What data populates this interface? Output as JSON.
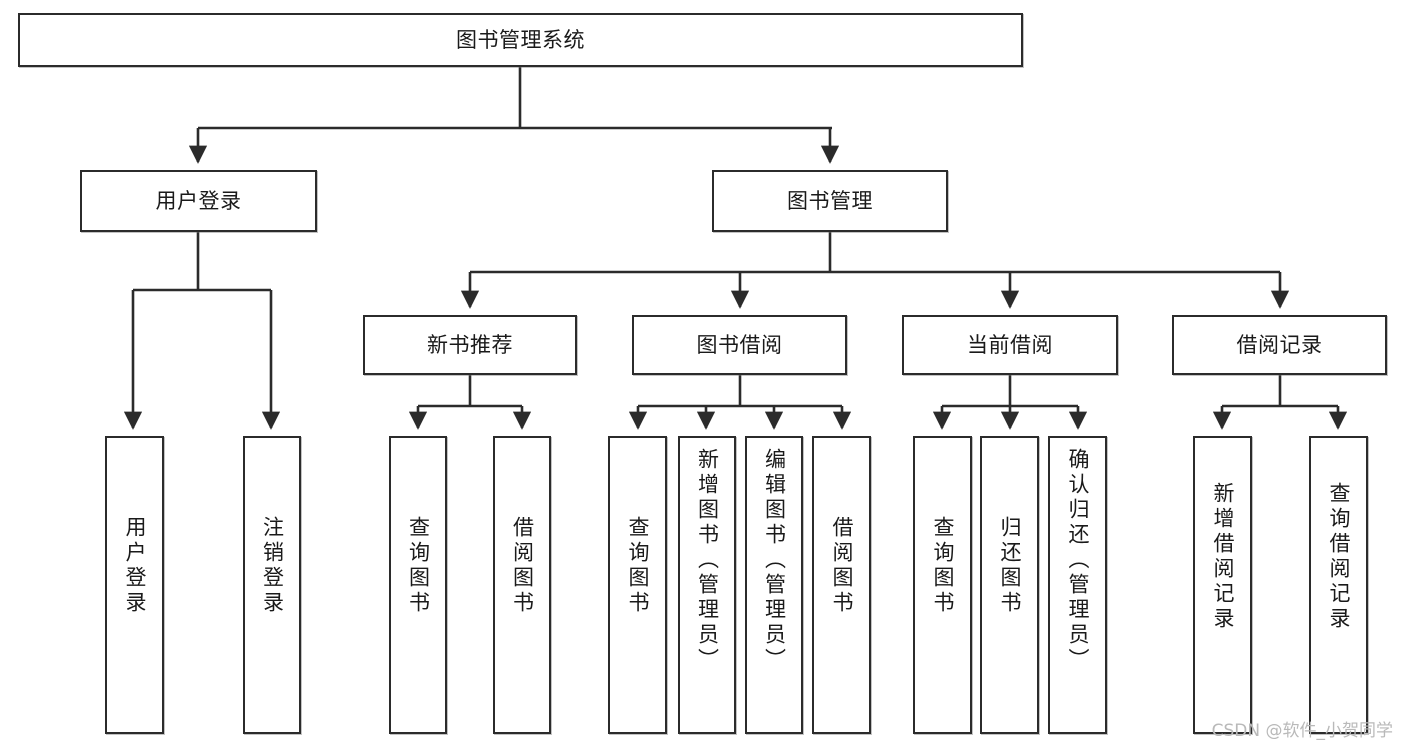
{
  "diagram": {
    "title": "图书管理系统",
    "type": "tree",
    "orientation": "top-down",
    "colors": {
      "box_border": "#2b2b2b",
      "box_fill": "#ffffff",
      "edge": "#2b2b2b",
      "text": "#1a1a1a",
      "watermark": "#b9b9b9"
    }
  },
  "nodes": {
    "root": {
      "label": "图书管理系统",
      "level": 1,
      "text_direction": "horizontal"
    },
    "level2": [
      {
        "id": "user-login",
        "label": "用户登录",
        "text_direction": "horizontal"
      },
      {
        "id": "book-manage",
        "label": "图书管理",
        "text_direction": "horizontal"
      }
    ],
    "level3": [
      {
        "id": "new-book-recommend",
        "label": "新书推荐",
        "text_direction": "horizontal",
        "parent": "book-manage"
      },
      {
        "id": "book-borrow",
        "label": "图书借阅",
        "text_direction": "horizontal",
        "parent": "book-manage"
      },
      {
        "id": "current-borrow",
        "label": "当前借阅",
        "text_direction": "horizontal",
        "parent": "book-manage"
      },
      {
        "id": "borrow-record",
        "label": "借阅记录",
        "text_direction": "horizontal",
        "parent": "book-manage"
      }
    ],
    "leaves": [
      {
        "id": "leaf-user-login",
        "label": "用户登录",
        "parent": "user-login",
        "text_direction": "vertical"
      },
      {
        "id": "leaf-logout-login",
        "label": "注销登录",
        "parent": "user-login",
        "text_direction": "vertical"
      },
      {
        "id": "leaf-query-book-1",
        "label": "查询图书",
        "parent": "new-book-recommend",
        "text_direction": "vertical"
      },
      {
        "id": "leaf-borrow-book-1",
        "label": "借阅图书",
        "parent": "new-book-recommend",
        "text_direction": "vertical"
      },
      {
        "id": "leaf-query-book-2",
        "label": "查询图书",
        "parent": "book-borrow",
        "text_direction": "vertical"
      },
      {
        "id": "leaf-add-book",
        "label": "新增图书（管理员）",
        "parent": "book-borrow",
        "text_direction": "vertical"
      },
      {
        "id": "leaf-edit-book",
        "label": "编辑图书（管理员）",
        "parent": "book-borrow",
        "text_direction": "vertical"
      },
      {
        "id": "leaf-borrow-book-2",
        "label": "借阅图书",
        "parent": "book-borrow",
        "text_direction": "vertical"
      },
      {
        "id": "leaf-query-book-3",
        "label": "查询图书",
        "parent": "current-borrow",
        "text_direction": "vertical"
      },
      {
        "id": "leaf-return-book",
        "label": "归还图书",
        "parent": "current-borrow",
        "text_direction": "vertical"
      },
      {
        "id": "leaf-confirm-return",
        "label": "确认归还（管理员）",
        "parent": "current-borrow",
        "text_direction": "vertical"
      },
      {
        "id": "leaf-add-record",
        "label": "新增借阅记录",
        "parent": "borrow-record",
        "text_direction": "vertical"
      },
      {
        "id": "leaf-query-record",
        "label": "查询借阅记录",
        "parent": "borrow-record",
        "text_direction": "vertical"
      }
    ]
  },
  "watermark": {
    "text": "CSDN @软件_小贺同学"
  }
}
